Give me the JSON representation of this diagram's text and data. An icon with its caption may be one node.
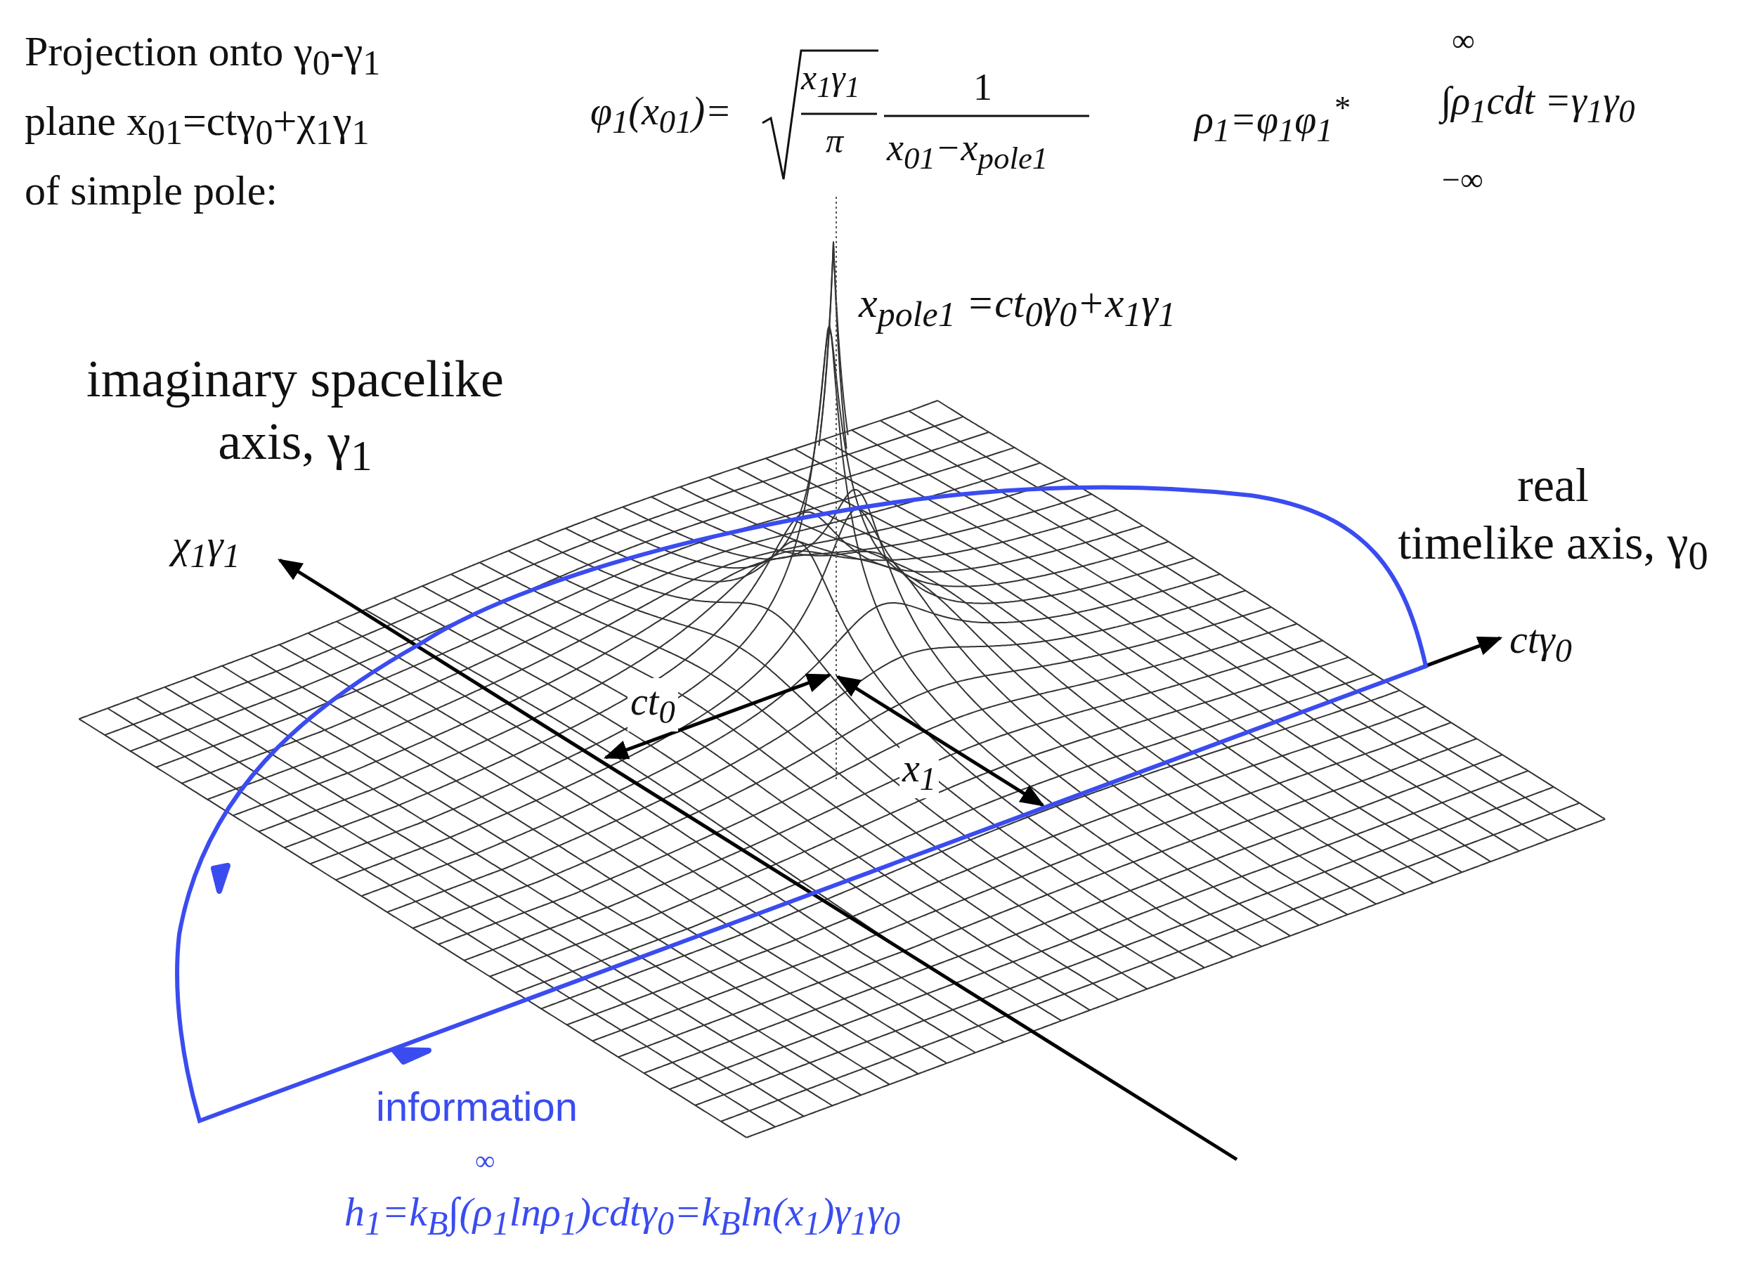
{
  "diagram": {
    "labels": [
      "Projection onto γ$_{0}$-γ$_{1}$ plane x$_{01}$=ctγ$_{0}$+χ$_{1}$γ$_{1}$ of simple pole:",
      "φ$_{1}$(x$_{01}$)=",
      "x$_{1}$γ$_{1}$",
      "π",
      "1",
      "x$_{01}$−x$_{pole1}$",
      "ρ$_{1}$=φ$_{1}$φ$_{1}$$^{*}$",
      "∞",
      "∫ρ$_{1}$cdt =γ$_{1}$γ$_{0}$",
      "−∞",
      "x$_{pole1}$ =ct$_{0}$γ$_{0}$+x$_{1}$γ$_{1}$",
      "imaginary spacelike axis, γ$_{1}$",
      "real timelike axis, γ$_{0}$",
      "χ$_{1}$γ$_{1}$",
      "ctγ$_{0}$",
      "ct$_{0}$",
      "x$_{1}$",
      "information",
      "∞",
      "h$_{1}$=k$_{B}$∫(ρ$_{1}$lnρ$_{1}$)cdtγ$_{0}$=k$_{B}$ln(x$_{1}$)γ$_{1}$γ$_{0}$"
    ]
  }
}
